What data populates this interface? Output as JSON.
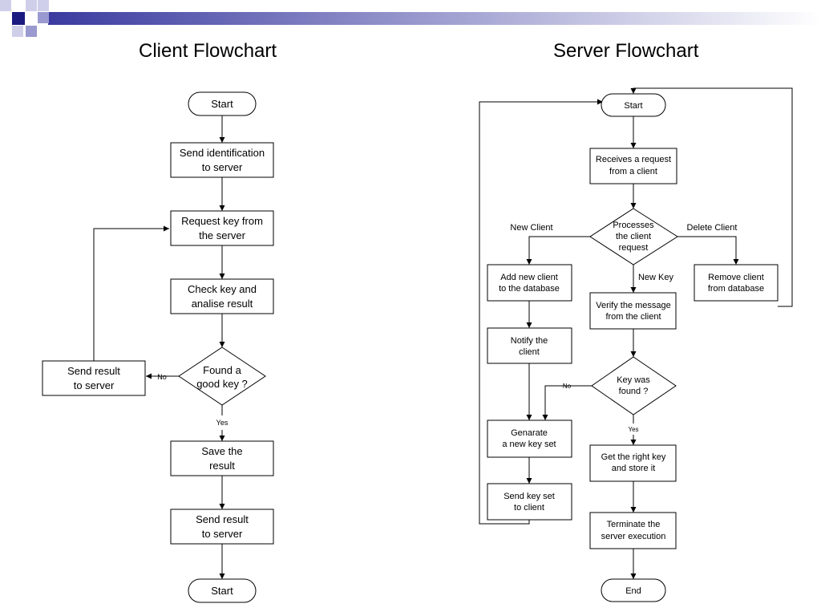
{
  "slide": {
    "client_title": "Client Flowchart",
    "server_title": "Server Flowchart"
  },
  "client": {
    "start": "Start",
    "send_id": [
      "Send identification",
      "to server"
    ],
    "request_key": [
      "Request key from",
      "the server"
    ],
    "check_key": [
      "Check key and",
      "analise result"
    ],
    "found_key": [
      "Found a",
      "good key ?"
    ],
    "send_result_left": [
      "Send result",
      "to server"
    ],
    "save_result": [
      "Save the",
      "result"
    ],
    "send_result_bottom": [
      "Send result",
      "to server"
    ],
    "end_start": "Start",
    "label_no": "No",
    "label_yes": "Yes"
  },
  "server": {
    "start": "Start",
    "receive": [
      "Receives a request",
      "from a client"
    ],
    "process": [
      "Processes",
      "the client",
      "request"
    ],
    "add_client": [
      "Add new client",
      "to the database"
    ],
    "remove_client": [
      "Remove client",
      "from database"
    ],
    "verify": [
      "Verify the message",
      "from the client"
    ],
    "notify": [
      "Notify the",
      "client"
    ],
    "key_found": [
      "Key was",
      "found ?"
    ],
    "generate": [
      "Genarate",
      "a new key set"
    ],
    "get_key": [
      "Get the right key",
      "and store it"
    ],
    "send_key": [
      "Send key set",
      "to client"
    ],
    "terminate": [
      "Terminate the",
      "server execution"
    ],
    "end": "End",
    "label_new_client": "New Client",
    "label_delete_client": "Delete Client",
    "label_new_key": "New Key",
    "label_no": "No",
    "label_yes": "Yes"
  },
  "colors": {
    "decor_navy": "#1a1a80",
    "decor_lavender": "#9a9ad0",
    "decor_pale": "#cfcfea",
    "line": "#000000"
  }
}
